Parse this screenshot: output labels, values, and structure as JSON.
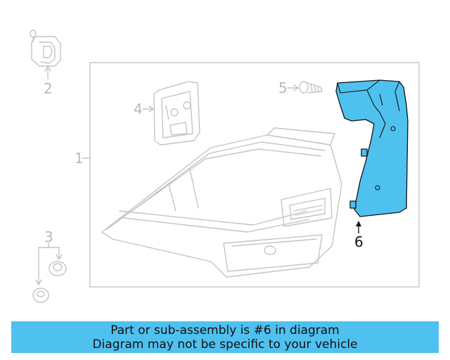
{
  "callouts": {
    "part1": "1",
    "part2": "2",
    "part3": "3",
    "part4": "4",
    "part5": "5",
    "part6": "6"
  },
  "highlighted_part": "6",
  "colors": {
    "highlight": "#4fc1ef",
    "ghost_line": "#c4c4c4",
    "callout_inactive": "#b9b9b9",
    "callout_active": "#111111"
  },
  "banner": {
    "line1": "Part or sub-assembly is #6 in diagram",
    "line2": "Diagram may not be specific to your vehicle"
  }
}
